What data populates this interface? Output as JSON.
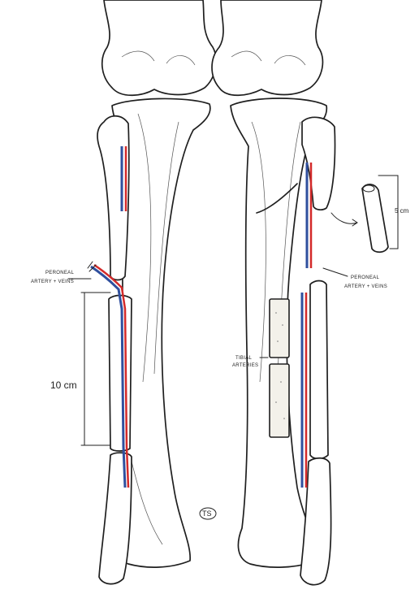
{
  "labels": {
    "left_vessel_line1": "PERONEAL",
    "left_vessel_line2": "ARTERY + VEINS",
    "left_measure": "10 cm",
    "right_vessel_line1": "PERONEAL",
    "right_vessel_line2": "ARTERY + VEINS",
    "right_tibia_line1": "TIBIAL",
    "right_tibia_line2": "ARTERIES",
    "inset_measure": "5 cm",
    "signature": "TS"
  },
  "colors": {
    "artery": "#d42a2a",
    "vein": "#2f4f9e",
    "ink": "#1f1f1f"
  }
}
